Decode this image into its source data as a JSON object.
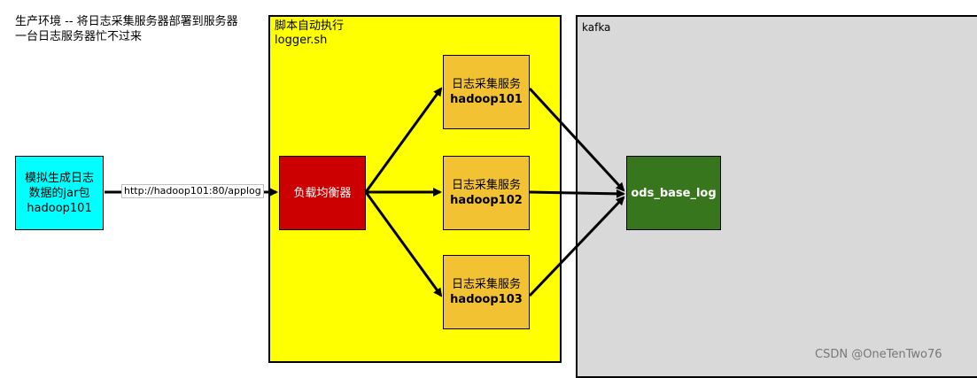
{
  "note": {
    "line1": "生产环境 -- 将日志采集服务器部署到服务器",
    "line2": "一台日志服务器忙不过来"
  },
  "script_region": {
    "title_line1": "脚本自动执行",
    "title_line2": "logger.sh",
    "color": "#ffff00"
  },
  "kafka_region": {
    "title": "kafka",
    "color": "#d9d9d9"
  },
  "source_node": {
    "line1": "模拟生成日志",
    "line2": "数据的jar包",
    "line3": "hadoop101",
    "color": "#00ffff"
  },
  "edge_label": "http://hadoop101:80/applog",
  "load_balancer": {
    "label": "负载均衡器",
    "color": "#cc0000"
  },
  "services": [
    {
      "name": "日志采集服务",
      "host": "hadoop101"
    },
    {
      "name": "日志采集服务",
      "host": "hadoop102"
    },
    {
      "name": "日志采集服务",
      "host": "hadoop103"
    }
  ],
  "service_color": "#f2c233",
  "topic_node": {
    "label": "ods_base_log",
    "color": "#38761d"
  },
  "watermark": "CSDN @OneTenTwo76"
}
